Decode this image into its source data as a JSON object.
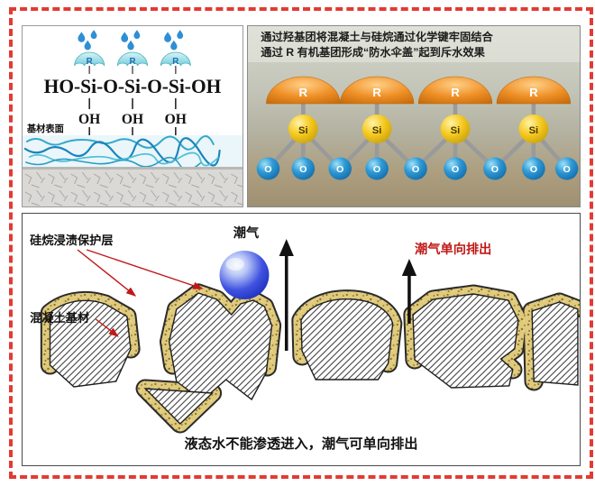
{
  "panel_top_left": {
    "formula": "HO-Si-O-Si-O-Si-OH",
    "r_label": "R",
    "oh_labels": [
      "OH",
      "OH",
      "OH"
    ],
    "surface_label": "基材表面"
  },
  "panel_top_right": {
    "caption_line1": "通过羟基团将混凝土与硅烷通过化学键牢固结合",
    "caption_line2": "通过 R 有机基团形成“防水伞盖”起到斥水效果",
    "r_label": "R",
    "si_label": "Si",
    "o_label": "O"
  },
  "panel_bottom": {
    "protective_layer_label": "硅烷浸渍保护层",
    "moisture_label": "潮气",
    "moisture_escape_label": "潮气单向排出",
    "substrate_label": "混凝土基材",
    "caption": "液态水不能渗透进入，潮气可单向排出"
  },
  "colors": {
    "frame_red": "#e23b33",
    "accent_red": "#c01818",
    "umbrella_teal": "#9adfe8",
    "dome_orange": "#ef9027",
    "silicon_yellow": "#f5c91e",
    "oxygen_blue": "#2f9ad6",
    "protective_tan": "#dfca7e",
    "moisture_blue": "#2c3fd6"
  }
}
